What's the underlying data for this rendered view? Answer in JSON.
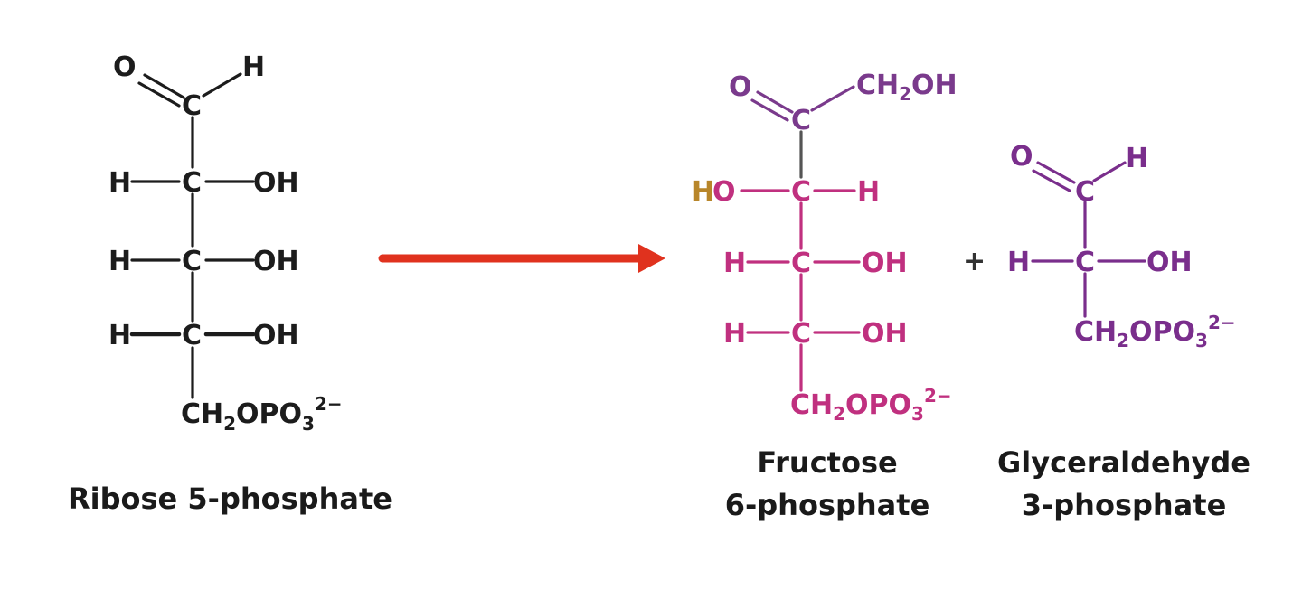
{
  "diagram": {
    "type": "chemical-reaction",
    "colors": {
      "reactant": "#1c1c1c",
      "fructose_main": "#c0307f",
      "fructose_top": "#7a3a8c",
      "fructose_ho": "#b8862a",
      "g3p": "#7a2e8c",
      "arrow": "#e0321e"
    },
    "reactant": {
      "name": "Ribose 5-phosphate",
      "atoms": {
        "top_o": "O",
        "top_h": "H",
        "c1": "C",
        "c2": "C",
        "c2_left": "H",
        "c2_right": "OH",
        "c3": "C",
        "c3_left": "H",
        "c3_right": "OH",
        "c4": "C",
        "c4_left": "H",
        "c4_right": "OH",
        "tail_ch": "CH",
        "tail_2": "2",
        "tail_opo": "OPO",
        "tail_3": "3",
        "tail_charge": "2−"
      }
    },
    "arrow": {
      "direction": "right"
    },
    "product1": {
      "name_line1": "Fructose",
      "name_line2": "6-phosphate",
      "atoms": {
        "top_o": "O",
        "top_ch": "CH",
        "top_2": "2",
        "top_oh": "OH",
        "c2": "C",
        "c3": "C",
        "c3_left": "HO",
        "c3_right": "H",
        "c4": "C",
        "c4_left": "H",
        "c4_right": "OH",
        "c5": "C",
        "c5_left": "H",
        "c5_right": "OH",
        "tail_ch": "CH",
        "tail_2": "2",
        "tail_opo": "OPO",
        "tail_3": "3",
        "tail_charge": "2−"
      }
    },
    "plus": "+",
    "product2": {
      "name_line1": "Glyceraldehyde",
      "name_line2": "3-phosphate",
      "atoms": {
        "top_o": "O",
        "top_h": "H",
        "c1": "C",
        "c2": "C",
        "c2_left": "H",
        "c2_right": "OH",
        "tail_ch": "CH",
        "tail_2": "2",
        "tail_opo": "OPO",
        "tail_3": "3",
        "tail_charge": "2−"
      }
    }
  }
}
